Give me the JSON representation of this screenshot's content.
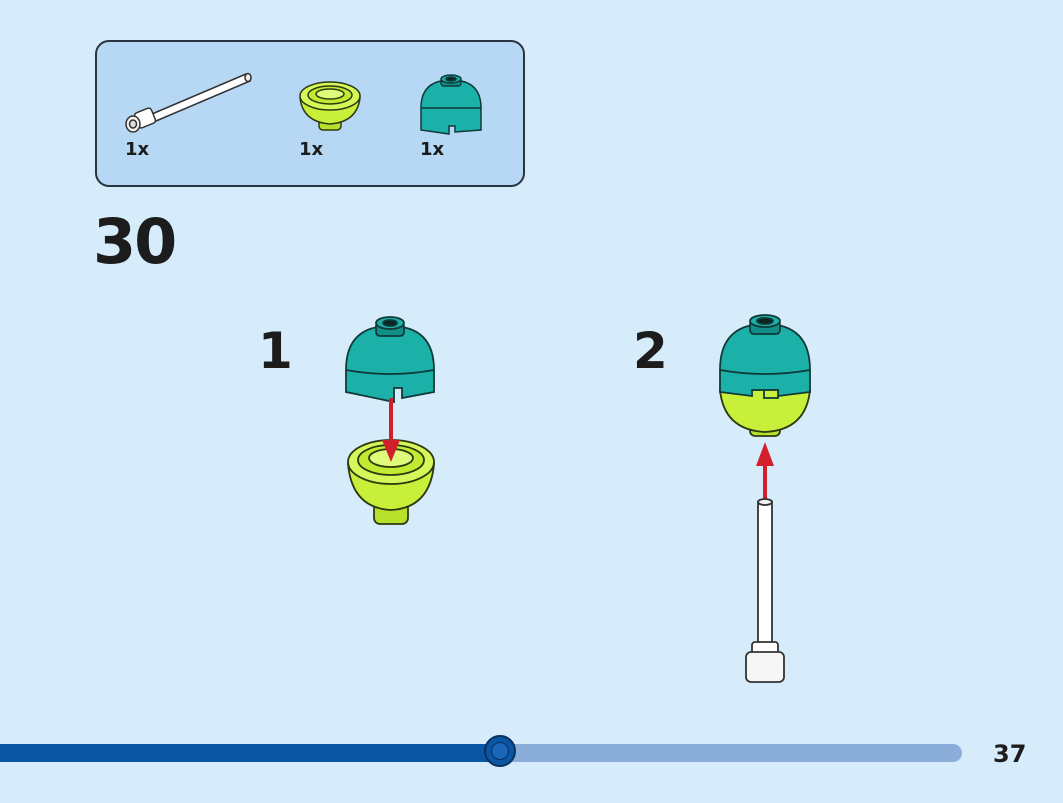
{
  "parts": [
    {
      "name": "white axle",
      "qty": "1x"
    },
    {
      "name": "lime round cone",
      "qty": "1x"
    },
    {
      "name": "teal dome",
      "qty": "1x"
    }
  ],
  "step": {
    "number": "30"
  },
  "substeps": [
    {
      "number": "1"
    },
    {
      "number": "2"
    }
  ],
  "progress": {
    "fraction": 0.52
  },
  "page_number": "37",
  "colors": {
    "background": "#d6ecfb",
    "parts_box": "#b6d8f5",
    "teal": "#1bb1a8",
    "lime": "#c8f03a",
    "arrow_red": "#d11f2b",
    "progress_fill": "#0b56a4",
    "progress_track": "#8aadda"
  }
}
